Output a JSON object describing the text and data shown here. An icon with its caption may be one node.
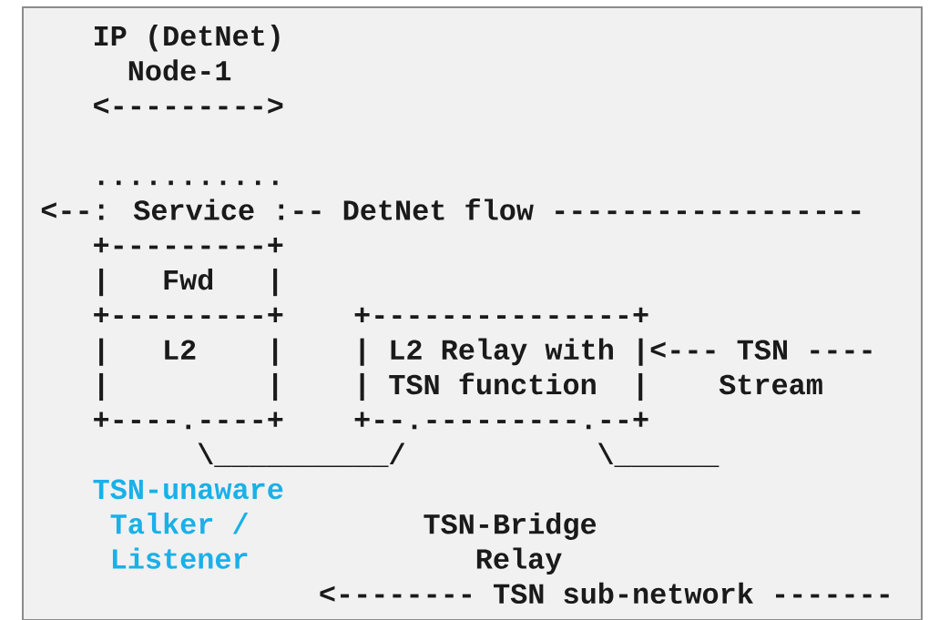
{
  "diagram": {
    "labels": [
      "IP (DetNet)",
      "Node-1",
      "<--------->",
      "...........",
      "<--: Service :-- DetNet flow ------------------",
      "+---------+",
      "|",
      "Fwd",
      "|",
      "+---------+",
      "+---------------+",
      "|",
      "L2",
      "|",
      "| L2 Relay with |<--- TSN ----",
      "|",
      "|",
      "| TSN function",
      "|",
      "Stream",
      "+----.----+",
      "+--.---------.--+",
      "\\__________/",
      "\\______",
      "TSN-unaware",
      "Talker /",
      "TSN-Bridge",
      "Listener",
      "Relay",
      "<-------- TSN sub-network -------"
    ]
  }
}
